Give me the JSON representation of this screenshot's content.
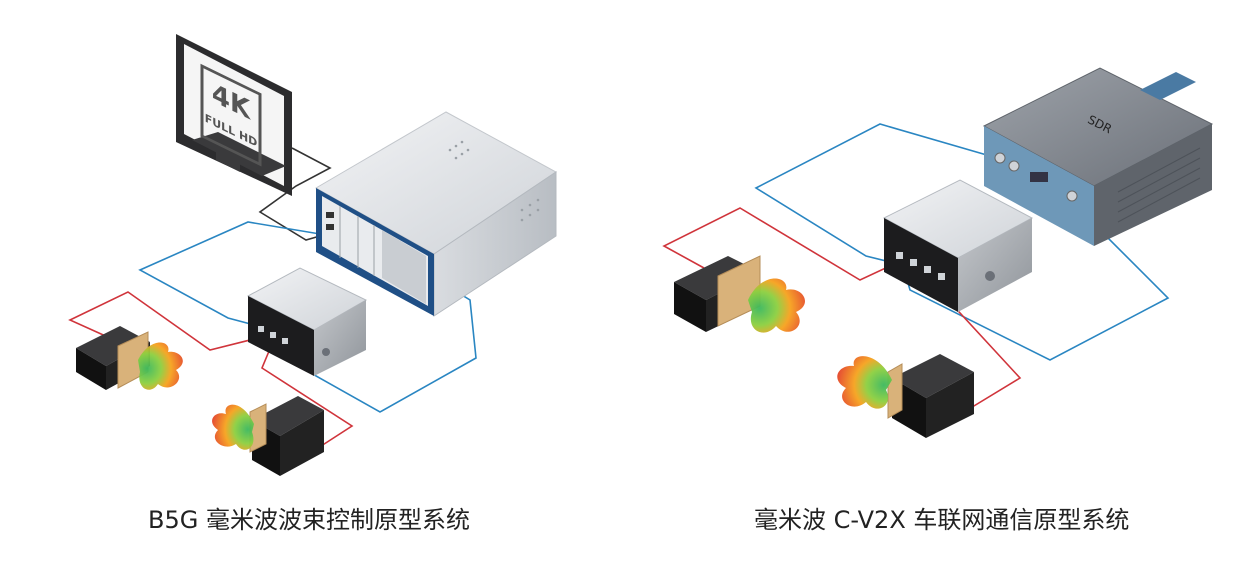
{
  "panels": [
    {
      "caption": "B5G 毫米波波束控制原型系统",
      "monitor_badge_main": "4K",
      "monitor_badge_sub": "FULL HD"
    },
    {
      "caption": "毫米波 C-V2X 车联网通信原型系统",
      "sdr_label": "SDR"
    }
  ],
  "colors": {
    "rf_cable": "#d0343b",
    "if_cable": "#2a86c2",
    "video_cable": "#333333",
    "chassis_front": "#1f4f86",
    "gold_antenna": "#d9b27a",
    "beam_red": "#e23a2a",
    "beam_orange": "#f6a21d",
    "beam_green": "#56c05a"
  }
}
